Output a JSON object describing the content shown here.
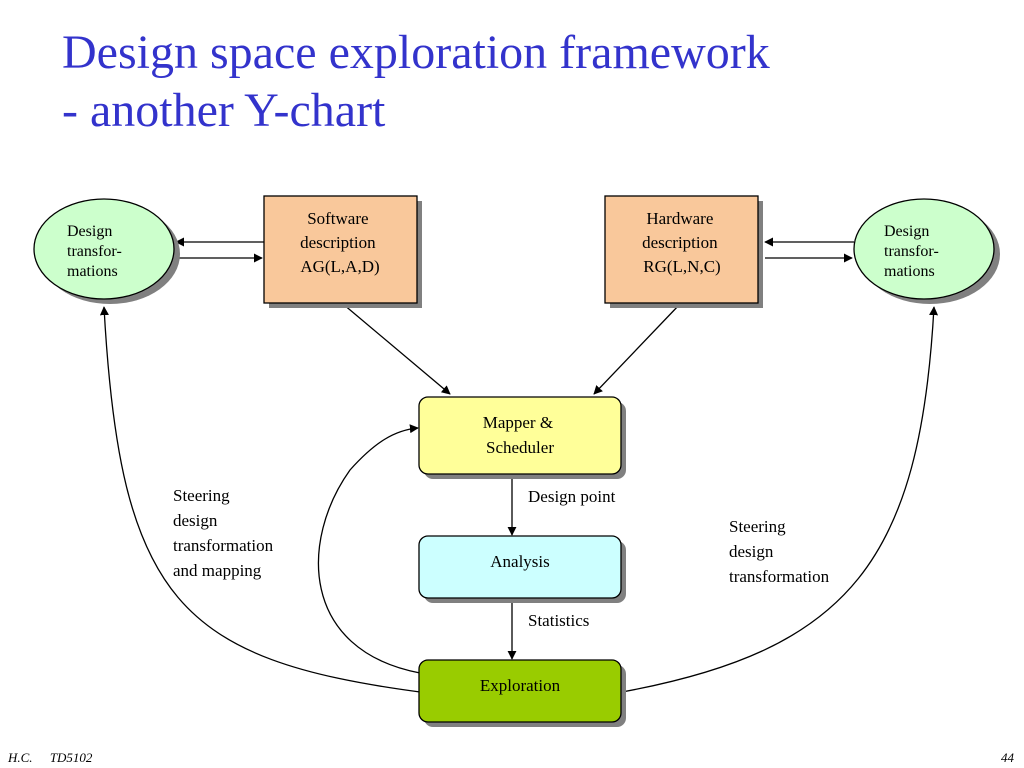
{
  "title": {
    "line1": "Design space exploration framework",
    "line2": "- another Y-chart"
  },
  "diagram": {
    "left_node": [
      "Design",
      "transfor-",
      "mations"
    ],
    "right_node": [
      "Design",
      "transfor-",
      "mations"
    ],
    "software": [
      "Software",
      "description",
      "AG(L,A,D)"
    ],
    "hardware": [
      "Hardware",
      "description",
      "RG(L,N,C)"
    ],
    "mapper": [
      "Mapper &",
      "Scheduler"
    ],
    "analysis": "Analysis",
    "exploration": "Exploration",
    "label_design_point": "Design point",
    "label_statistics": "Statistics",
    "label_steering_left": [
      "Steering",
      "design",
      "transformation",
      "and mapping"
    ],
    "label_steering_right": [
      "Steering",
      "design",
      "transformation"
    ]
  },
  "colors": {
    "title": "#3333cc",
    "ellipse_fill": "#ccffcc",
    "desc_fill": "#f9c89b",
    "mapper_fill": "#ffff99",
    "analysis_fill": "#ccffff",
    "exploration_fill": "#99cc00"
  },
  "footer": {
    "author": "H.C.",
    "course": "TD5102",
    "page": "44"
  }
}
